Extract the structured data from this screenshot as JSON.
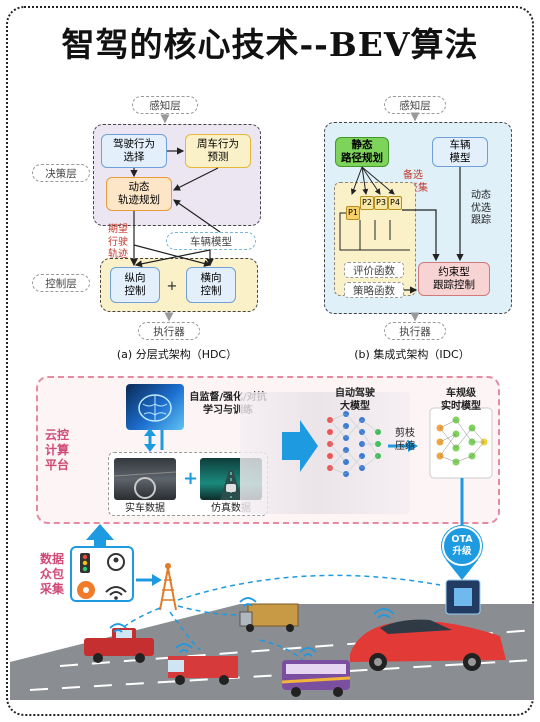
{
  "title": "智驾的核心技术--BEV算法",
  "hdc": {
    "perception": "感知层",
    "decision": "决策层",
    "control_layer": "控制层",
    "actuator": "执行器",
    "driving_behavior": "驾驶行为\n选择",
    "surrounding_behavior": "周车行为\n预测",
    "dynamic_planning": "动态\n轨迹规划",
    "vehicle_model": "车辆模型",
    "expected_traj": "期望\n行驶\n轨迹",
    "longitudinal": "纵向\n控制",
    "plus": "+",
    "lateral": "横向\n控制",
    "caption": "(a) 分层式架构（HDC）"
  },
  "idc": {
    "perception": "感知层",
    "static_planning": "静态\n路径规划",
    "vehicle_model": "车辆\n模型",
    "candidates": "备选\n路径集",
    "paths": [
      "P1",
      "P2",
      "P3",
      "P4"
    ],
    "dynamic_tracking": "动态\n优选\n跟踪",
    "eval_function": "评价函数",
    "policy_function": "策略函数",
    "constrained": "约束型\n跟踪控制",
    "actuator": "执行器",
    "caption": "(b) 集成式架构（IDC）"
  },
  "cloud": {
    "platform_label": "云控\n计算\n平台",
    "training": "自监督/强化/对抗\n学习与训练",
    "real_data": "实车数据",
    "sim_data": "仿真数据",
    "big_model": "自动驾驶\n大模型",
    "prune": "剪枝\n压缩",
    "vehicle_model": "车规级\n实时模型",
    "ota": "OTA\n升级"
  },
  "crowd": {
    "label": "数据\n众包\n采集"
  },
  "colors": {
    "purple_panel": "#ece6f3",
    "yellow_panel": "#fbf1c9",
    "blue_panel": "#dff0f9",
    "blue_box": "#e3effb",
    "orange_box": "#fde6c8",
    "red_box": "#f7d3d3",
    "green_box": "#7ed35b",
    "accent_red": "#c0392b",
    "accent_pink": "#d04a78",
    "arrow_blue": "#1e9ae0"
  }
}
